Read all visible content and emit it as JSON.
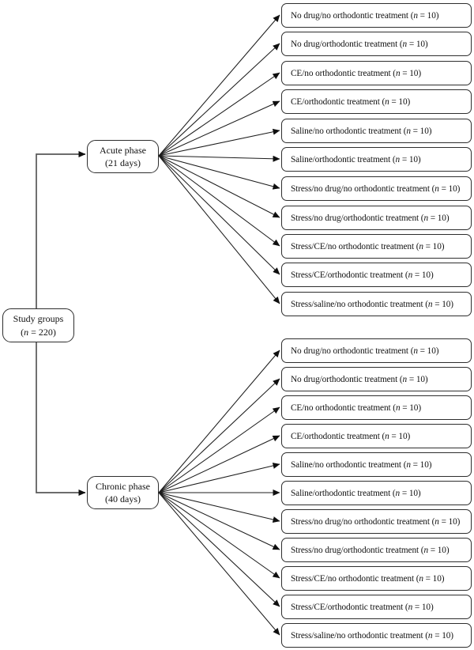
{
  "diagram": {
    "root": {
      "title": "Study groups",
      "count_open": "(",
      "count_close": " = 220)"
    },
    "shared": {
      "n": "n",
      "count_open": " (",
      "count_close": " = 10)"
    },
    "phases": [
      {
        "name": "Acute phase",
        "duration": "(21 days)",
        "groups": [
          "No drug/no orthodontic treatment",
          "No drug/orthodontic treatment",
          "CE/no orthodontic treatment",
          "CE/orthodontic treatment",
          "Saline/no orthodontic treatment",
          "Saline/orthodontic treatment",
          "Stress/no drug/no orthodontic treatment",
          "Stress/no drug/orthodontic treatment",
          "Stress/CE/no orthodontic treatment",
          "Stress/CE/orthodontic treatment",
          "Stress/saline/no orthodontic treatment"
        ]
      },
      {
        "name": "Chronic phase",
        "duration": "(40 days)",
        "groups": [
          "No drug/no orthodontic treatment",
          "No drug/orthodontic treatment",
          "CE/no orthodontic treatment",
          "CE/orthodontic treatment",
          "Saline/no orthodontic treatment",
          "Saline/orthodontic treatment",
          "Stress/no drug/no orthodontic treatment",
          "Stress/no drug/orthodontic treatment",
          "Stress/CE/no orthodontic treatment",
          "Stress/CE/orthodontic treatment",
          "Stress/saline/no orthodontic treatment"
        ]
      }
    ],
    "colors": {
      "line": "#575757",
      "fan_line": "#1c1c1c",
      "arrowhead": "#0f0f0f",
      "border": "#2e2e2e"
    }
  }
}
